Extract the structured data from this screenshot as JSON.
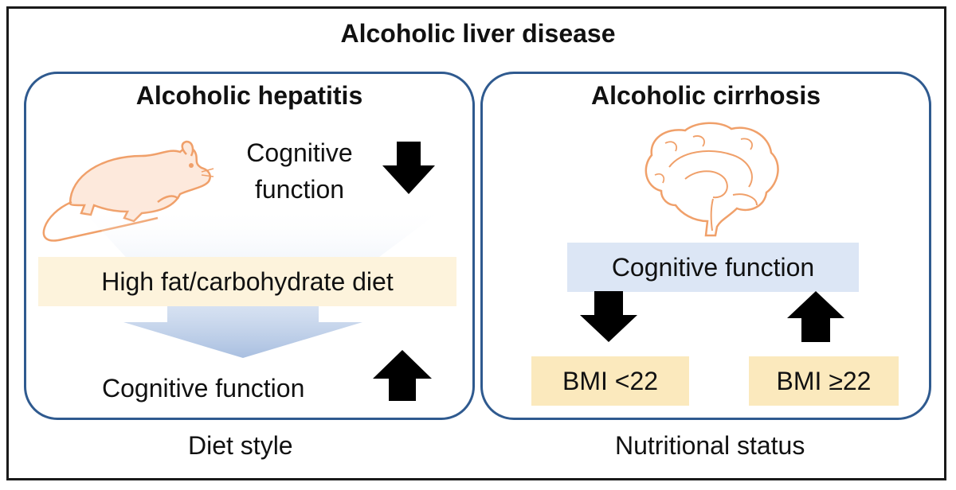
{
  "title": "Alcoholic liver disease",
  "left_panel": {
    "title": "Alcoholic hepatitis",
    "cognitive_top_line1": "Cognitive",
    "cognitive_top_line2": "function",
    "diet_box": "High fat/carbohydrate diet",
    "cognitive_bottom": "Cognitive function",
    "caption": "Diet style"
  },
  "right_panel": {
    "title": "Alcoholic cirrhosis",
    "cognitive_box": "Cognitive function",
    "bmi_low": "BMI <22",
    "bmi_high": "BMI ≥22",
    "caption": "Nutritional status"
  },
  "colors": {
    "panel_border": "#2f5a8f",
    "icon_orange": "#f0a06a",
    "diet_box_fill": "#fdf3dc",
    "cognitive_box_fill": "#dce6f5",
    "bmi_box_fill": "#fbe9bd",
    "funnel_blue": "#b6c8e4",
    "arrow": "#000000"
  },
  "icons": {
    "left": "mouse-icon",
    "right": "brain-icon",
    "arrows": [
      "arrow-down-icon",
      "arrow-up-icon",
      "arrow-down-icon",
      "arrow-up-icon"
    ]
  }
}
